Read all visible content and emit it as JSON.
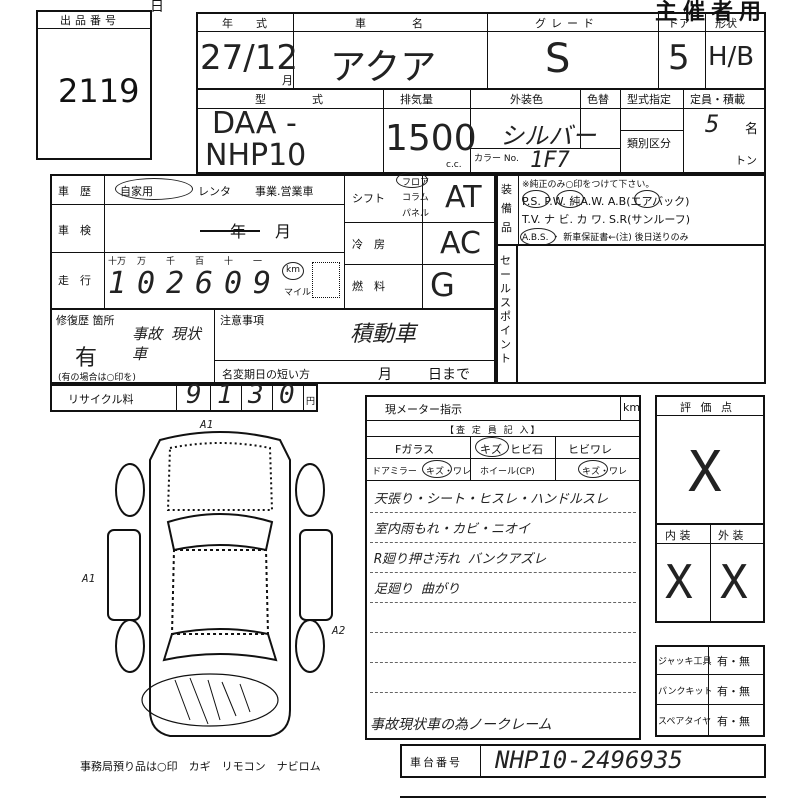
{
  "header": {
    "top_right": "主催者用"
  },
  "lot": {
    "label": "出品番号",
    "number": "2119"
  },
  "row1": {
    "year_label": "年　式",
    "car_name_label": "車　　名",
    "grade_label": "グレード",
    "door_label": "ドア",
    "shape_label": "形状",
    "year_value": "27/12",
    "year_unit": "月",
    "car_name_value": "アクア",
    "grade_value": "S",
    "door_value": "5",
    "shape_value": "H/B"
  },
  "row2": {
    "model_label": "型　　式",
    "displacement_label": "排気量",
    "exterior_label": "外装色",
    "color_no_label": "色替",
    "type_designation_label": "型式指定",
    "capacity_label": "定員・積載",
    "category_label": "類別区分",
    "color_code_label": "カラー No.",
    "model_value_1": "DAA -",
    "model_value_2": "NHP10",
    "displacement_value": "1500",
    "cc_unit": "c.c.",
    "exterior_value": "シルバー",
    "color_code_value": "1F7",
    "capacity_value": "5",
    "capacity_unit": "名",
    "ton_unit": "トン"
  },
  "history": {
    "label": "車　歴",
    "private": "自家用",
    "rental": "レンタ",
    "business": "事業.営業車",
    "inspection_label": "車　検",
    "inspection_year": "年",
    "inspection_month": "月",
    "mileage_label": "走　行",
    "digit_labels": [
      "十万",
      "万",
      "千",
      "百",
      "十",
      "一"
    ],
    "mileage_digits": [
      "1",
      "0",
      "2",
      "6",
      "0",
      "9"
    ],
    "km_unit": "km",
    "mile_unit": "マイル"
  },
  "shift": {
    "shift_label": "シフト",
    "floor": "フロア",
    "column": "コラム",
    "panel": "パネル",
    "shift_value": "AT",
    "ac_label": "冷　房",
    "ac_value": "AC",
    "fuel_label": "燃　料",
    "fuel_value": "G"
  },
  "equipment": {
    "label": "装備品",
    "note": "※純正のみ○印をつけて下さい。",
    "line1": "P.S.  P.W.  純A.W.  A.B(エアバック)",
    "line2": "T.V.  ナ ビ.  カ ワ.  S.R(サンルーフ)",
    "line3": "A.B.S.  ・  新車保証書←(注) 後日送りのみ"
  },
  "sale_point": {
    "label": "セールスポイント"
  },
  "repair": {
    "label": "修復歴 箇所",
    "value": "有",
    "note_hand": "事故 現状車",
    "hint": "(有の場合は○印を)",
    "caution_label": "注意事項",
    "caution_value": "積動車",
    "name_change_label": "名変期日の短い方",
    "month": "月",
    "day": "日まで"
  },
  "recycle": {
    "label": "リサイクル料",
    "digits": [
      "9",
      "1",
      "3",
      "0"
    ],
    "unit": "円"
  },
  "meter": {
    "label": "現メーター指示",
    "unit": "km"
  },
  "inspector": {
    "title": "【査 定 員 記 入】",
    "row1": [
      "Fガラス",
      "キズ",
      "ヒビ石",
      "ヒビワレ"
    ],
    "row2": [
      "ドアミラー",
      "キズ・ワレ",
      "ホイール(CP)",
      "キズ・ワレ"
    ],
    "notes": [
      "天張り・シート・ヒスレ・ハンドルスレ",
      "室内雨もれ・カビ・ニオイ",
      "R廻り押さ汚れ  バンクアズレ",
      "足廻り 曲がり"
    ],
    "footer_note": "事故現状車の為ノークレーム"
  },
  "evaluation": {
    "label": "評 価 点",
    "value": "X",
    "interior_label": "内 装",
    "exterior_label": "外 装",
    "interior_value": "X",
    "exterior_value": "X"
  },
  "tools": [
    {
      "label": "ジャッキ工具",
      "options": "有・無"
    },
    {
      "label": "パンクキット",
      "options": "有・無"
    },
    {
      "label": "スペアタイヤ",
      "options": "有・無"
    }
  ],
  "office": {
    "text": "事務局預り品は○印　カギ　リモコン　ナビロム"
  },
  "chassis": {
    "label": "車台番号",
    "value": "NHP10-2496935"
  },
  "diagram": {
    "label_a1_top": "A1",
    "label_a1_left": "A1",
    "label_a2": "A2"
  }
}
